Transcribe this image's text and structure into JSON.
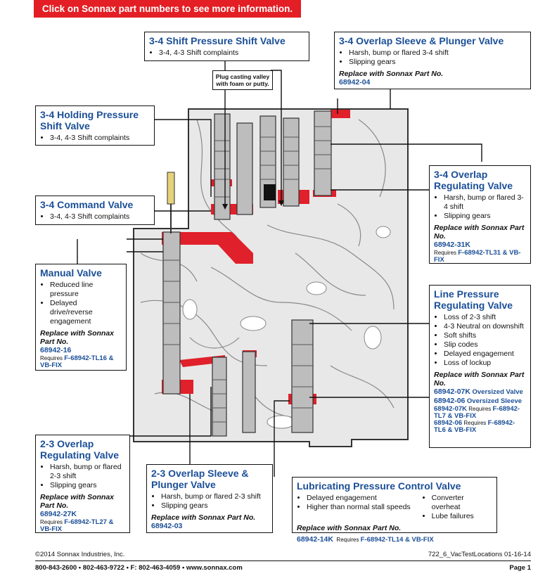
{
  "banner": "Click on Sonnax part numbers to see more information.",
  "note": "Plug casting valley with foam or putty.",
  "boxes": {
    "shift_pressure": {
      "title": "3-4 Shift Pressure Shift Valve",
      "items": [
        "3-4, 4-3 Shift complaints"
      ]
    },
    "overlap_sleeve": {
      "title": "3-4 Overlap Sleeve & Plunger Valve",
      "items": [
        "Harsh, bump or flared 3-4 shift",
        "Slipping gears"
      ],
      "replace": "Replace with Sonnax Part No.",
      "part": "68942-04"
    },
    "holding_pressure": {
      "title": "3-4 Holding Pressure Shift Valve",
      "items": [
        "3-4, 4-3 Shift complaints"
      ]
    },
    "command": {
      "title": "3-4 Command Valve",
      "items": [
        "3-4, 4-3 Shift complaints"
      ]
    },
    "overlap_reg_34": {
      "title": "3-4 Overlap Regulating Valve",
      "items": [
        "Harsh, bump or flared 3-4 shift",
        "Slipping gears"
      ],
      "replace": "Replace with Sonnax Part No.",
      "part": "68942-31K",
      "requires": "Requires",
      "tools": "F-68942-TL31 & VB-FIX"
    },
    "manual": {
      "title": "Manual Valve",
      "items": [
        "Reduced line pressure",
        "Delayed drive/reverse engagement"
      ],
      "replace": "Replace with Sonnax Part No.",
      "part": "68942-16",
      "requires": "Requires",
      "tools": "F-68942-TL16 & VB-FIX"
    },
    "line_pressure": {
      "title": "Line Pressure Regulating Valve",
      "items": [
        "Loss of 2-3 shift",
        "4-3 Neutral on downshift",
        "Soft shifts",
        "Slip codes",
        "Delayed engagement",
        "Loss of lockup"
      ],
      "replace": "Replace with Sonnax Part No.",
      "part1": "68942-07K",
      "desc1": "Oversized Valve",
      "part2": "68942-06",
      "desc2": "Oversized Sleeve",
      "req1_part": "68942-07K",
      "requires": "Requires",
      "req1_tools": "F-68942-TL7 & VB-FIX",
      "req2_part": "68942-06",
      "req2_tools": "F-68942-TL6 & VB-FIX"
    },
    "overlap_reg_23": {
      "title": "2-3 Overlap Regulating Valve",
      "items": [
        "Harsh, bump or flared 2-3 shift",
        "Slipping gears"
      ],
      "replace": "Replace with Sonnax Part No.",
      "part": "68942-27K",
      "requires": "Requires",
      "tools": "F-68942-TL27 & VB-FIX"
    },
    "overlap_sleeve_23": {
      "title": "2-3 Overlap Sleeve & Plunger Valve",
      "items": [
        "Harsh, bump or flared 2-3 shift",
        "Slipping gears"
      ],
      "replace": "Replace with Sonnax Part No.",
      "part": "68942-03"
    },
    "lube": {
      "title": "Lubricating Pressure Control Valve",
      "items_left": [
        "Delayed engagement",
        "Higher than normal stall speeds"
      ],
      "items_right": [
        "Converter overheat",
        "Lube failures"
      ],
      "replace": "Replace with Sonnax Part No.",
      "part": "68942-14K",
      "requires": "Requires",
      "tools": "F-68942-TL14 & VB-FIX"
    }
  },
  "footer": {
    "copyright": "©2014 Sonnax Industries, Inc.",
    "doc_id": "722_6_VacTestLocations 01-16-14",
    "contact": "800-843-2600 • 802-463-9722 • F: 802-463-4059 • www.sonnax.com",
    "page": "Page 1"
  }
}
